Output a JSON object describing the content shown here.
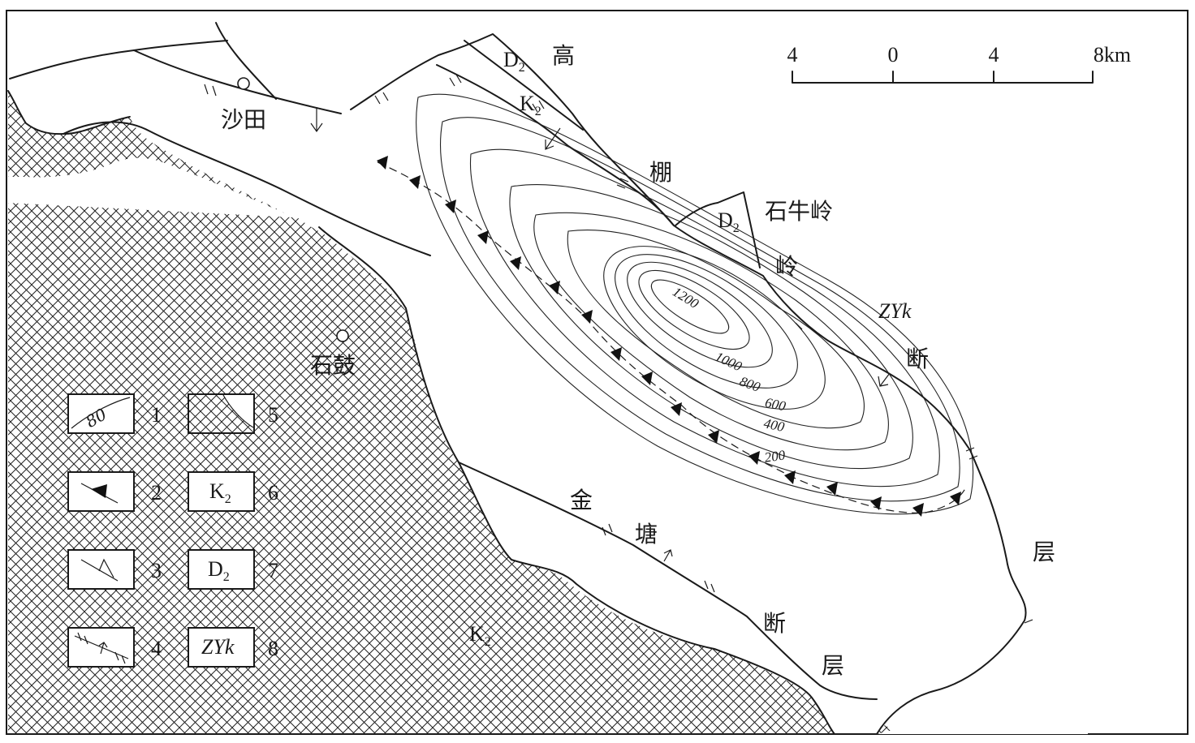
{
  "places": {
    "shatian": "沙田",
    "shigu": "石鼓",
    "shiniuling": "石牛岭"
  },
  "faults": {
    "gaopeng_ling": [
      "高",
      "棚",
      "岭"
    ],
    "zyk_fault": [
      "断",
      "层"
    ],
    "jintang": [
      "金",
      "塘",
      "断",
      "层"
    ]
  },
  "units": {
    "d2_main": "D",
    "d2_sub": "2",
    "k2_main": "K",
    "k2_sub": "2",
    "zyk": "ZYk"
  },
  "contours": {
    "labels": [
      "1200",
      "1000",
      "800",
      "600",
      "400",
      "200"
    ],
    "values": [
      200,
      400,
      600,
      800,
      1000,
      1200
    ]
  },
  "scale": {
    "ticks": [
      "4",
      "0",
      "4",
      "8km"
    ]
  },
  "legend": {
    "items": [
      {
        "number": "1",
        "symbol": "80"
      },
      {
        "number": "2",
        "symbol": ""
      },
      {
        "number": "3",
        "symbol": ""
      },
      {
        "number": "4",
        "symbol": ""
      },
      {
        "number": "5",
        "symbol": ""
      },
      {
        "number": "6",
        "symbol_main": "K",
        "symbol_sub": "2"
      },
      {
        "number": "7",
        "symbol_main": "D",
        "symbol_sub": "2"
      },
      {
        "number": "8",
        "symbol": "ZYk"
      }
    ]
  }
}
